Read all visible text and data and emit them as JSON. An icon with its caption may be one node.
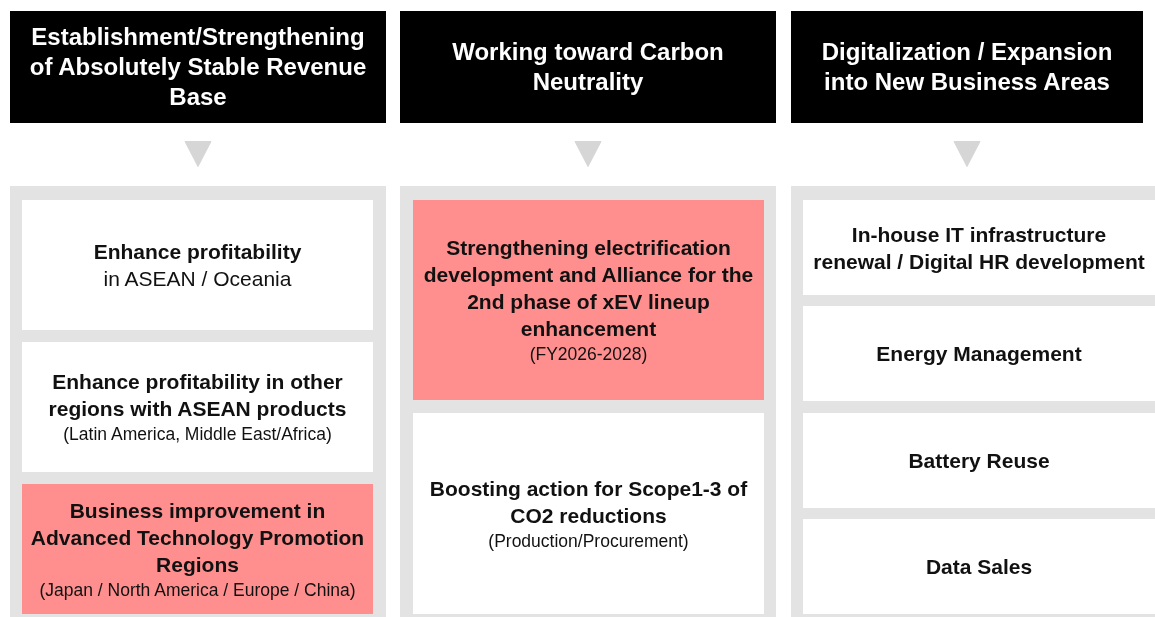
{
  "diagram": {
    "nodes": [
      {
        "text": [
          "Establishment/Strengthening of Absolutely Stable Revenue Base"
        ]
      },
      {
        "text": [
          "Working toward Carbon Neutrality"
        ]
      },
      {
        "text": [
          "Digitalization / Expansion into New Business Areas"
        ]
      },
      {
        "text": [],
        "shape": "box"
      },
      {
        "text": [],
        "shape": "box"
      },
      {
        "text": [],
        "shape": "box"
      },
      {
        "text": [
          "Enhance profitability",
          "in ASEAN / Oceania"
        ],
        "in": 3
      },
      {
        "text": [
          "Enhance profitability in other regions with ASEAN products",
          "(Latin America, Middle East/Africa)"
        ],
        "in": 3
      },
      {
        "text": [
          "Business improvement in Advanced Technology Promotion Regions",
          "(Japan / North America / Europe / China)"
        ],
        "in": 3
      },
      {
        "text": [
          "Strengthening electrification development and Alliance for the 2nd phase of xEV lineup enhancement",
          "(FY2026-2028)"
        ],
        "in": 4
      },
      {
        "text": [
          "Boosting action for Scope1-3 of CO2 reductions",
          "(Production/Procurement)"
        ],
        "in": 4
      },
      {
        "text": [
          "In-house IT infrastructure renewal / Digital HR development"
        ],
        "in": 5
      },
      {
        "text": [
          "Energy Management"
        ],
        "in": 5
      },
      {
        "text": [
          "Battery Reuse"
        ],
        "in": 5
      },
      {
        "text": [
          "Data Sales"
        ],
        "in": 5
      }
    ],
    "edges": [
      {
        "from": 0,
        "to": 3,
        "arrow": "to"
      },
      {
        "from": 1,
        "to": 4,
        "arrow": "to"
      },
      {
        "from": 2,
        "to": 5,
        "arrow": "to"
      }
    ]
  }
}
